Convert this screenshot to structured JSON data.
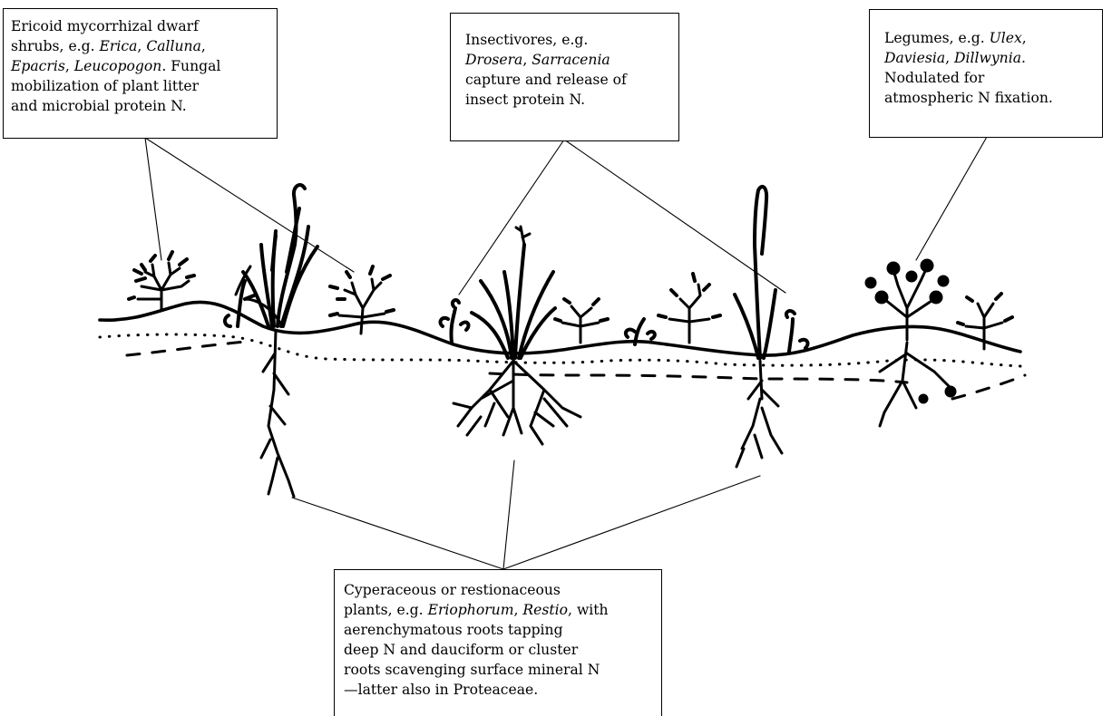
{
  "labels": {
    "ericoid": {
      "l1": "Ericoid mycorrhizal dwarf",
      "l2a": "shrubs, e.g. ",
      "l2b": "Erica",
      "l2c": ", ",
      "l2d": "Calluna",
      "l2e": ",",
      "l3a": "Epacris",
      "l3b": ", ",
      "l3c": "Leucopogon",
      "l3d": ". Fungal",
      "l4": "mobilization of plant litter",
      "l5": "and microbial protein N."
    },
    "insectivores": {
      "l1": "Insectivores, e.g.",
      "l2a": "Drosera",
      "l2b": ", ",
      "l2c": "Sarracenia",
      "l3": "capture and release of",
      "l4": "insect protein N."
    },
    "legumes": {
      "l1a": "Legumes, e.g. ",
      "l1b": "Ulex",
      "l1c": ",",
      "l2a": "Daviesia",
      "l2b": ", ",
      "l2c": "Dillwynia",
      "l2d": ".",
      "l3": "Nodulated for",
      "l4": "atmospheric N fixation."
    },
    "cyperaceous": {
      "l1": "Cyperaceous or restionaceous",
      "l2a": "plants, e.g. ",
      "l2b": "Eriophorum",
      "l2c": ", ",
      "l2d": "Restio",
      "l2e": ", with",
      "l3": "aerenchymatous roots tapping",
      "l4": "deep N and dauciform or cluster",
      "l5": "roots scavenging surface mineral N",
      "l6": "—latter also in Proteaceae."
    }
  }
}
